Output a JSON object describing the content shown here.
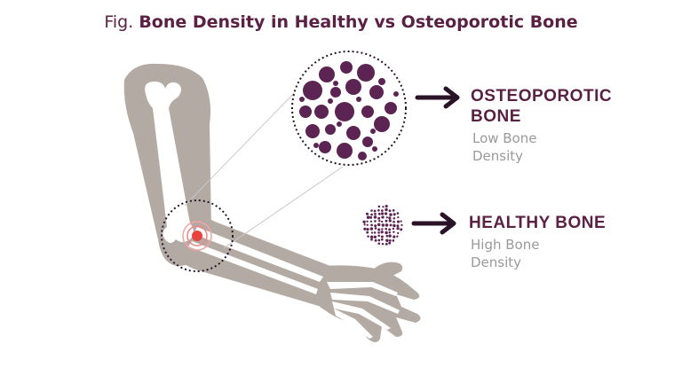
{
  "title": {
    "prefix": "Fig.",
    "main": "Bone Density in Healthy vs Osteoporotic Bone"
  },
  "labels": {
    "osteoporotic": {
      "heading_line1": "OSTEOPOROTIC",
      "heading_line2": "BONE",
      "sub_line1": "Low Bone",
      "sub_line2": "Density"
    },
    "healthy": {
      "heading": "HEALTHY BONE",
      "sub_line1": "High Bone",
      "sub_line2": "Density"
    }
  },
  "colors": {
    "title": "#5b2145",
    "heading": "#5b2145",
    "subtext": "#9a9a9a",
    "arm": "#b3aaa4",
    "bone": "#ffffff",
    "pores": "#5c2453",
    "pain": "#e8433f",
    "arrow": "#2a1327"
  },
  "icons": [
    "arm-illustration",
    "pain-point-icon",
    "magnified-bone-circle",
    "arrow-right-icon"
  ]
}
